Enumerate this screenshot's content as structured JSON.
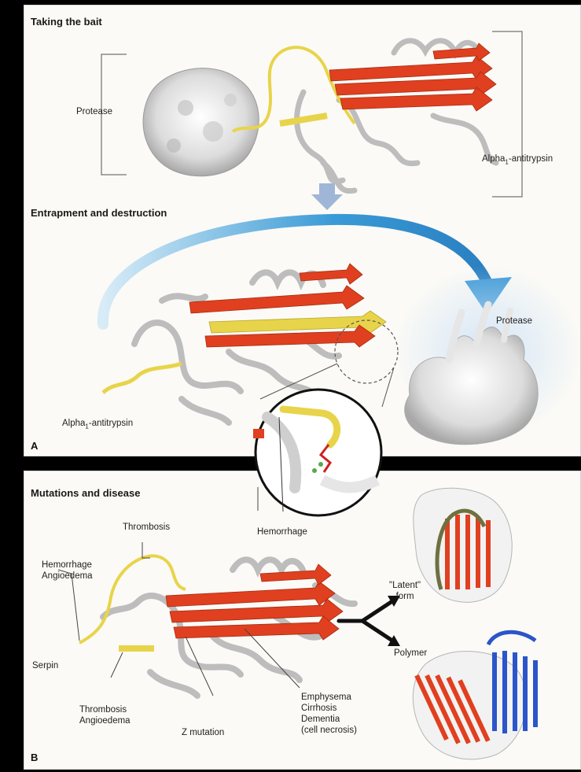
{
  "panel_a": {
    "letter": "A",
    "section1_title": "Taking the bait",
    "section2_title": "Entrapment and destruction",
    "protease_label_1": "Protease",
    "antitrypsin_label_1_pre": "Alpha",
    "antitrypsin_label_1_sub": "1",
    "antitrypsin_label_1_post": "-antitrypsin",
    "protease_label_2": "Protease",
    "antitrypsin_label_2_pre": "Alpha",
    "antitrypsin_label_2_sub": "1",
    "antitrypsin_label_2_post": "-antitrypsin"
  },
  "panel_b": {
    "letter": "B",
    "title": "Mutations and disease",
    "thrombosis_top": "Thrombosis",
    "hemorrhage_angioedema_l1": "Hemorrhage",
    "hemorrhage_angioedema_l2": "Angioedema",
    "hemorrhage_center": "Hemorrhage",
    "serpin": "Serpin",
    "thrombosis_bottom_l1": "Thrombosis",
    "thrombosis_bottom_l2": "Angioedema",
    "z_mutation": "Z mutation",
    "emph_l1": "Emphysema",
    "emph_l2": "Cirrhosis",
    "emph_l3": "Dementia",
    "emph_l4": "(cell necrosis)",
    "latent_l1": "\"Latent\"",
    "latent_l2": "form",
    "polymer": "Polymer"
  },
  "colors": {
    "strand_red": "#e0401f",
    "loop_yellow": "#e8d44a",
    "ribbon_gray": "#c9c9c9",
    "arrow_blue": "#2f8fd0",
    "polymer_blue": "#2b55c9",
    "latent_olive": "#6e7040"
  }
}
